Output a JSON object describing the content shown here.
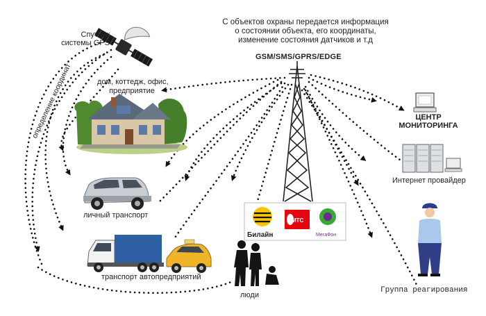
{
  "labels": {
    "info_lines": [
      "С объектов охраны передается информация",
      "о состоянии объекта, его координаты,",
      "изменение состояния датчиков и т.д"
    ],
    "protocols": "GSM/SMS/GPRS/EDGE",
    "gps_lines": [
      "Спутник",
      "системы GPS"
    ],
    "coord": "определение координат",
    "house_lines": [
      "дом, коттедж, офис,",
      "предприятие"
    ],
    "car": "личный транспорт",
    "fleet": "транспорт автопредприятий",
    "people": "люди",
    "center_lines": [
      "ЦЕНТР",
      "МОНИТОРИНГА"
    ],
    "isp": "Интернет провайдер",
    "response": "Группа реагирования"
  },
  "operators": {
    "beeline": "Билайн",
    "mts": "МТС",
    "megafon": "МегаФон"
  },
  "colors": {
    "beeline_yellow": "#f7c600",
    "mts_red": "#e30611",
    "megafon_green": "#3aa935",
    "megafon_purple": "#6c2a8f",
    "dots": "#111111"
  }
}
